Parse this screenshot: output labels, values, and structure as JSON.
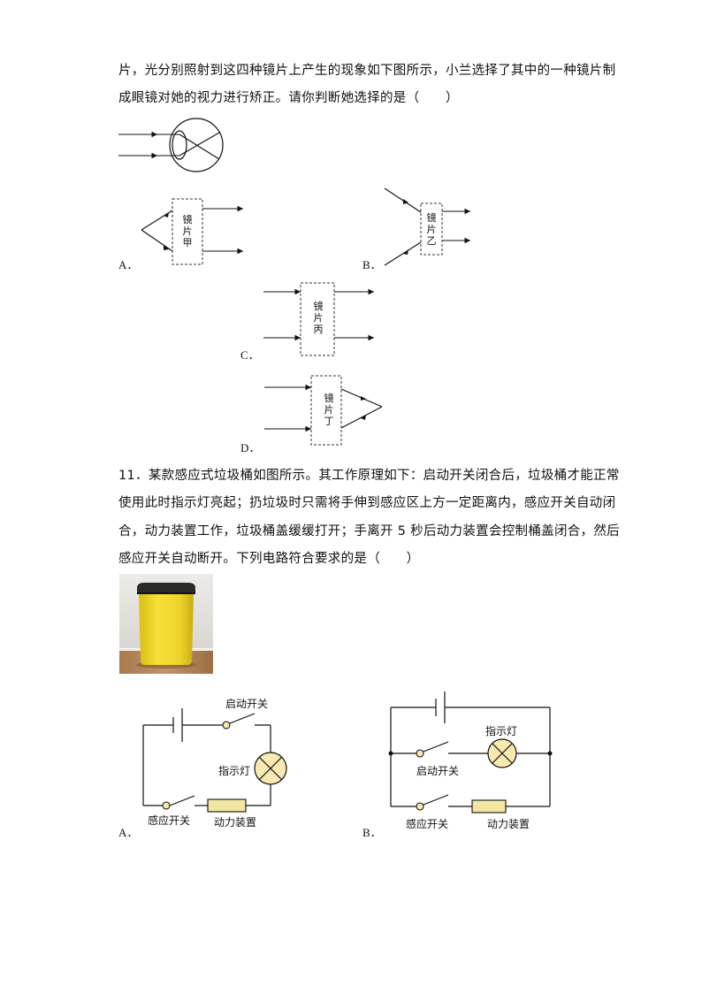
{
  "q10": {
    "line1": "片，光分别照射到这四种镜片上产生的现象如下图所示，小兰选择了其中的一种镜片制",
    "line2": "成眼镜对她的视力进行矫正。请你判断她选择的是（　　）"
  },
  "q10_options": {
    "A": "A．",
    "B": "B．",
    "C": "C．",
    "D": "D．"
  },
  "lenses": {
    "jia": [
      "镜",
      "片",
      "甲"
    ],
    "yi": [
      "镜",
      "片",
      "乙"
    ],
    "bing": [
      "镜",
      "片",
      "丙"
    ],
    "ding": [
      "镜",
      "片",
      "丁"
    ]
  },
  "q11": {
    "line1": "11．某款感应式垃圾桶如图所示。其工作原理如下：启动开关闭合后，垃圾桶才能正常",
    "line2": "使用此时指示灯亮起；扔垃圾时只需将手伸到感应区上方一定距离内，感应开关自动闭",
    "line3": "合，动力装置工作，垃圾桶盖缓缓打开；手离开 5 秒后动力装置会控制桶盖闭合，然后",
    "line4": "感应开关自动断开。下列电路符合要求的是（　　）"
  },
  "circuitA": {
    "start_switch": "启动开关",
    "indicator": "指示灯",
    "sensor_switch": "感应开关",
    "motor": "动力装置",
    "label": "A．"
  },
  "circuitB": {
    "indicator": "指示灯",
    "start_switch": "启动开关",
    "sensor_switch": "感应开关",
    "motor": "动力装置",
    "label": "B．"
  },
  "colors": {
    "motor_fill": "#f3e6a2",
    "bin_yellow": "#f0d62a",
    "bin_lid": "#2a2a2a",
    "wall": "#e9e7e3",
    "floor": "#b78a5e"
  }
}
